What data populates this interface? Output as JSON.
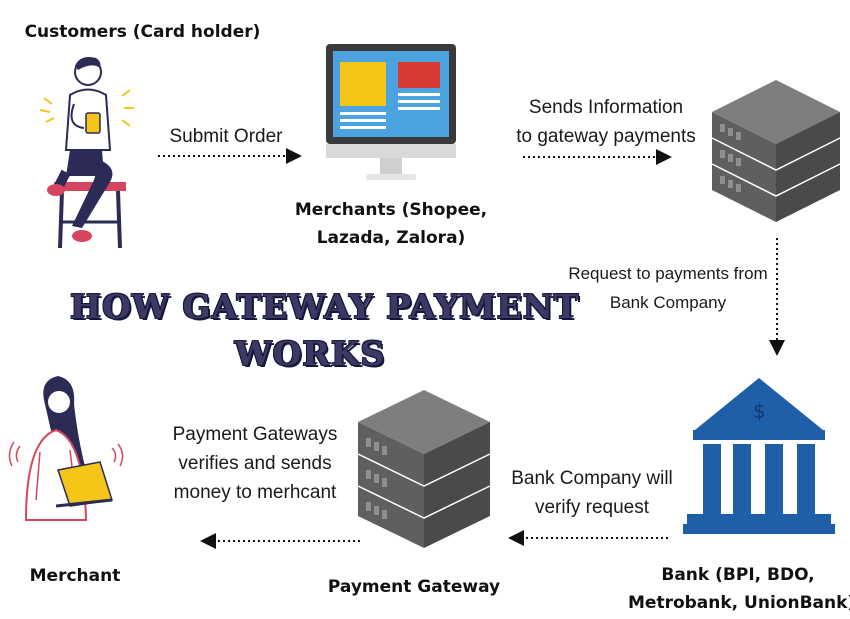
{
  "diagram": {
    "title_line1": "HOW GATEWAY PAYMENT",
    "title_line2": "WORKS",
    "nodes": {
      "customer": "Customers (Card holder)",
      "merchants_line1": "Merchants (Shopee,",
      "merchants_line2": "Lazada, Zalora)",
      "bank_line1": "Bank (BPI, BDO,",
      "bank_line2": "Metrobank, UnionBank)",
      "payment_gateway": "Payment Gateway",
      "merchant": "Merchant"
    },
    "edges": {
      "submit_order": "Submit Order",
      "sends_info_line1": "Sends Information",
      "sends_info_line2": "to gateway payments",
      "request_line1": "Request to payments from",
      "request_line2": "Bank Company",
      "verify_line1": "Bank Company will",
      "verify_line2": "verify request",
      "gateway_line1": "Payment Gateways",
      "gateway_line2": "verifies and sends",
      "gateway_line3": "money to merhcant"
    },
    "colors": {
      "title": "#3c3a64",
      "bank_blue": "#1f5fa8",
      "server_gray": "#6e6e70",
      "monitor_blue": "#4aa3df",
      "accent_yellow": "#f5c518",
      "accent_red": "#d63b36"
    }
  }
}
